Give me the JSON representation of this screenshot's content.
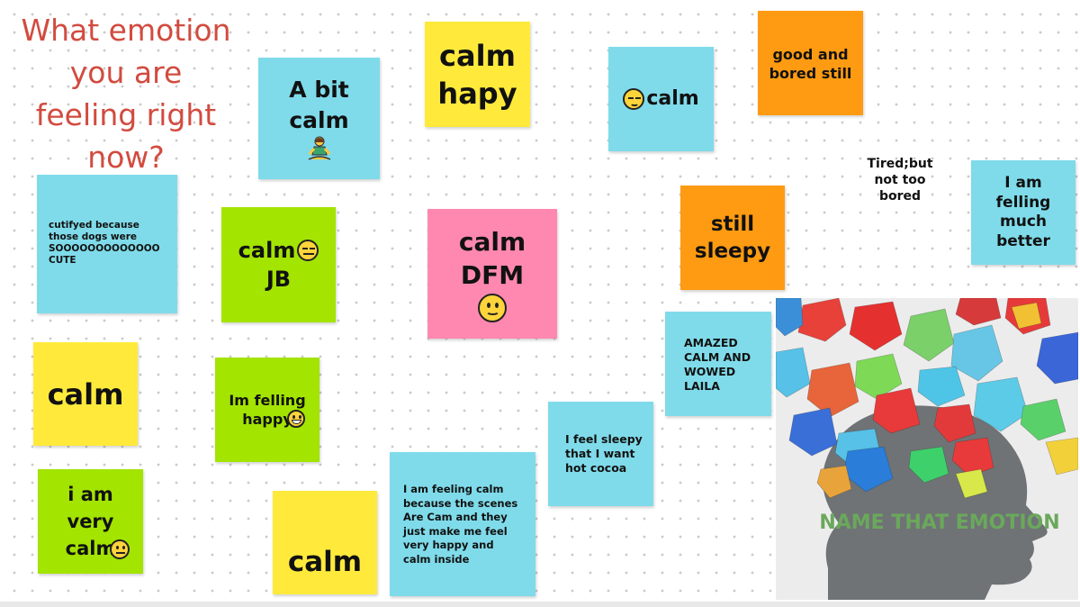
{
  "board": {
    "title": "What emotion\nyou are\nfeeling right\nnow?"
  },
  "notes": [
    {
      "id": "n1",
      "text": "A bit\ncalm",
      "emoji": "meditating-person-icon"
    },
    {
      "id": "n2",
      "text": "calm\nhapy"
    },
    {
      "id": "n3",
      "text": "calm",
      "emoji": "relieved-face-icon"
    },
    {
      "id": "n4",
      "text": "good and\nbored still"
    },
    {
      "id": "n5",
      "text": "Tired;but\nnot too\nbored"
    },
    {
      "id": "n6",
      "text": "I am\nfelling\nmuch\nbetter"
    },
    {
      "id": "n7",
      "text": "cutifyed because\nthose dogs were\nSOOOOOOOOOOOOO\nCUTE"
    },
    {
      "id": "n8",
      "text": "calm",
      "text2": "JB",
      "emoji": "expressionless-face-icon"
    },
    {
      "id": "n9",
      "text": "calm\nDFM",
      "emoji": "smiling-face-icon"
    },
    {
      "id": "n10",
      "text": "still\nsleepy"
    },
    {
      "id": "n11",
      "text": "AMAZED\nCALM AND\nWOWED\nLAILA"
    },
    {
      "id": "n12",
      "text": "calm"
    },
    {
      "id": "n13",
      "text": "Im felling\nhappy",
      "emoji": "grinning-face-icon"
    },
    {
      "id": "n14",
      "text": "I feel sleepy\nthat I want\nhot cocoa"
    },
    {
      "id": "n15",
      "text": "i am\nvery\ncalm",
      "emoji": "neutral-face-icon"
    },
    {
      "id": "n16",
      "text": "calm"
    },
    {
      "id": "n17",
      "text": "I am feeling calm\nbecause the scenes\nAre Cam and they\njust make me feel\nvery happy and\ncalm inside"
    }
  ],
  "image": {
    "caption": "NAME THAT EMOTION",
    "description_icon": "head-with-crumpled-paper-icon"
  }
}
